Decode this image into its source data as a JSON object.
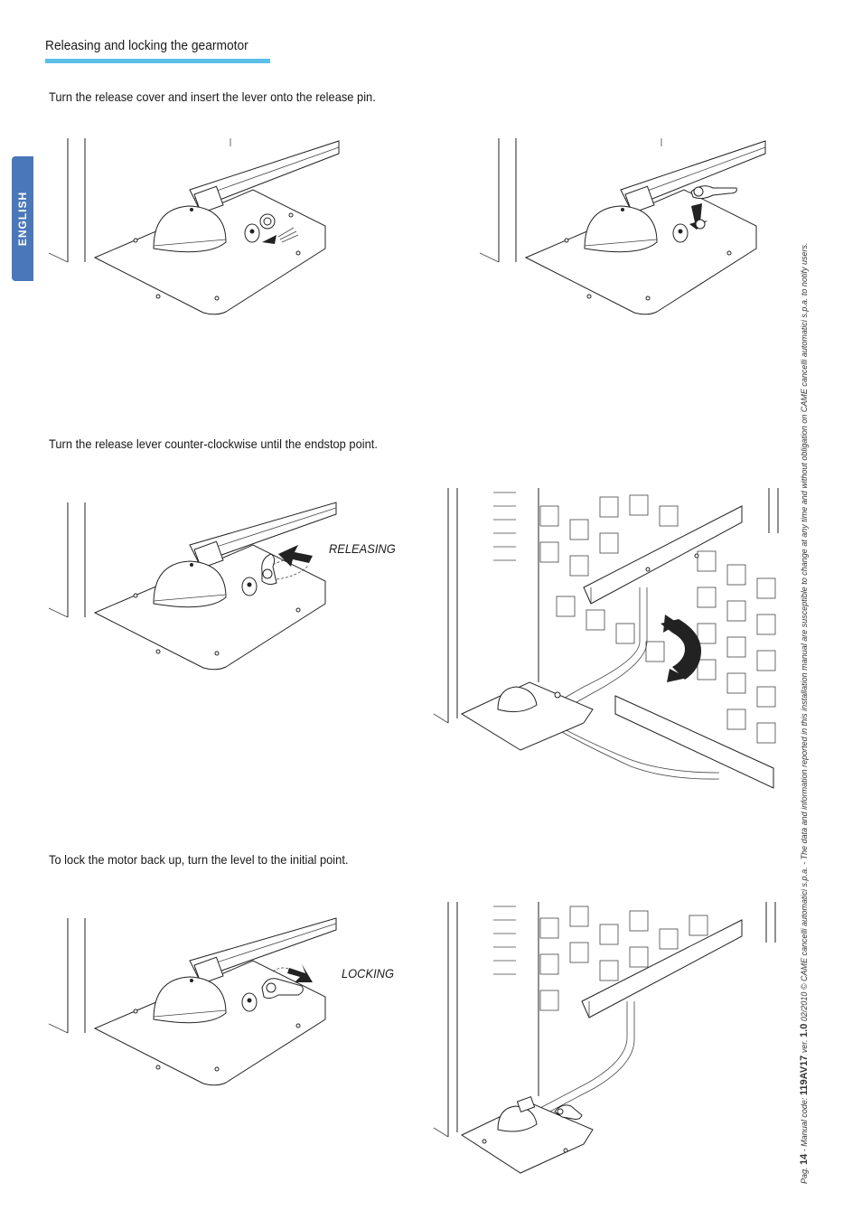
{
  "header": {
    "section_title": "Releasing and locking the gearmotor"
  },
  "language_tab": "ENGLISH",
  "steps": [
    {
      "text": "Turn the release cover and insert the lever onto the release pin."
    },
    {
      "text": "Turn the release lever counter-clockwise until the endstop point."
    },
    {
      "text": "To lock the motor back up, turn the level to the initial point."
    }
  ],
  "captions": {
    "releasing": "RELEASING",
    "locking": "LOCKING"
  },
  "footer": {
    "page_label": "Pag.",
    "page_number": "14",
    "manual_code_label": "- Manual code:",
    "manual_code": "119AV17",
    "version_label": "ver.",
    "version": "1.0",
    "date": "02/2010",
    "copyright": "© CAME cancelli automatici s.p.a. - The data and information reported in this installation manual are susceptible to change at any time and without obligation on CAME cancelli automatici s.p.a. to notify users."
  },
  "colors": {
    "accent_bar": "#5bbfe6",
    "language_tab": "#4a77b8"
  }
}
